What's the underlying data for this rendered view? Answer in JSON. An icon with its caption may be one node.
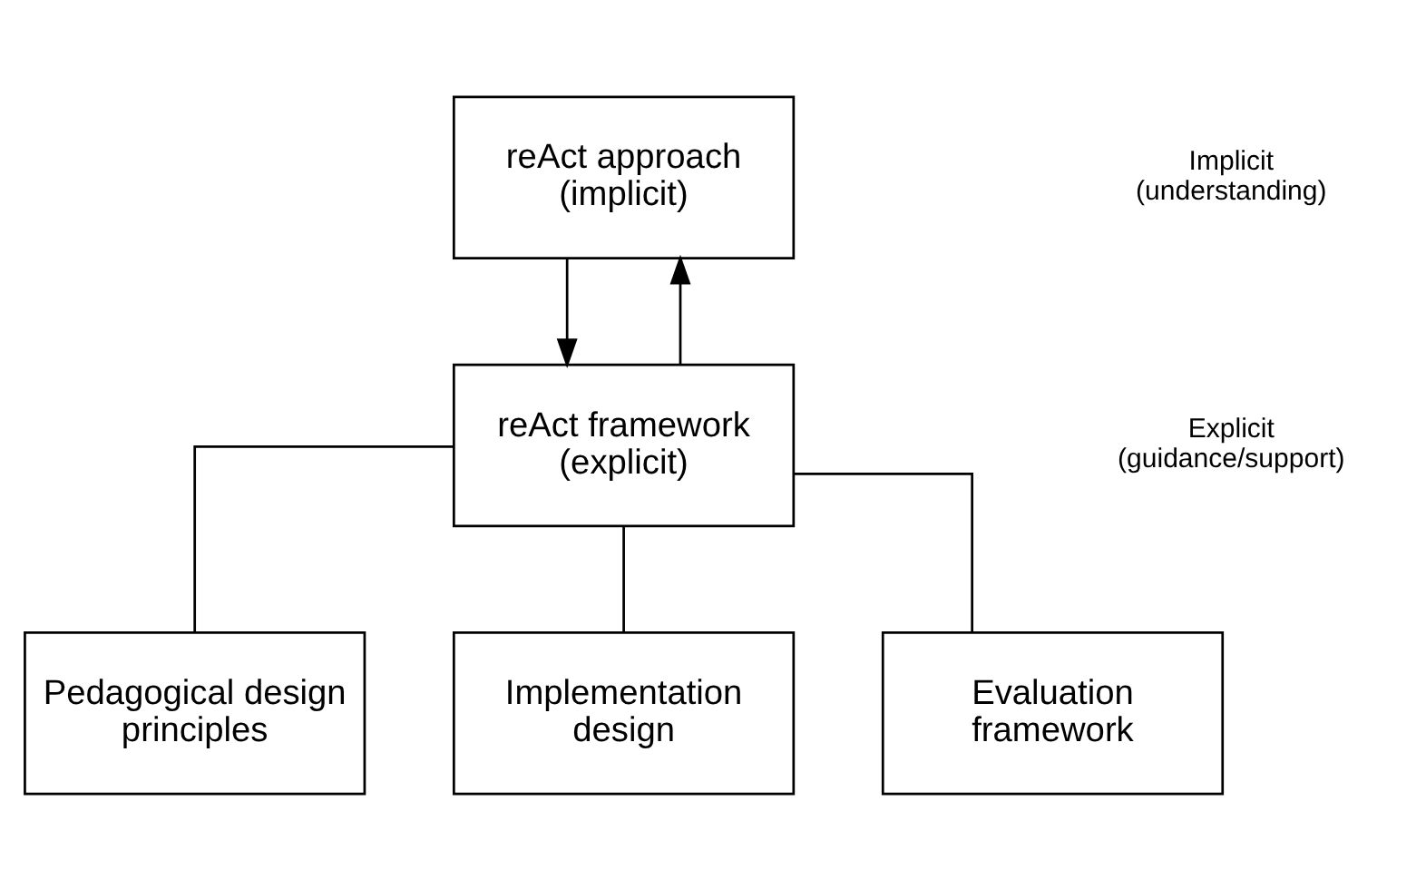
{
  "diagram": {
    "nodes": [
      {
        "text": [
          "reAct approach (implicit)"
        ]
      },
      {
        "text": [
          "reAct framework (explicit)"
        ]
      },
      {
        "text": [
          "Pedagogical design principles"
        ]
      },
      {
        "text": [
          "Implementation design"
        ]
      },
      {
        "text": [
          "Evaluation framework"
        ]
      }
    ],
    "edges": [
      {
        "from": 0,
        "to": 1,
        "arrow": "to"
      },
      {
        "from": 1,
        "to": 0,
        "arrow": "to"
      },
      {
        "from": 1,
        "to": 2,
        "arrow": "none"
      },
      {
        "from": 1,
        "to": 3,
        "arrow": "none"
      },
      {
        "from": 1,
        "to": 4,
        "arrow": "none"
      }
    ],
    "labels": [
      "Implicit (understanding)",
      "Explicit (guidance/support)"
    ]
  }
}
